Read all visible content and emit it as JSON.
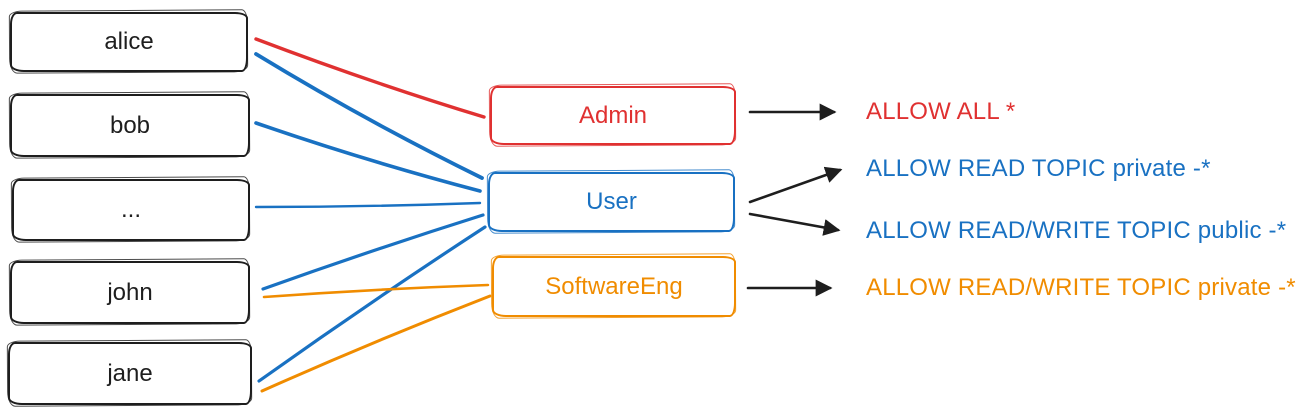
{
  "colors": {
    "black": "#1e1e1e",
    "red": "#e03131",
    "blue": "#1971c2",
    "orange": "#f08c00"
  },
  "users": [
    {
      "id": "alice",
      "label": "alice"
    },
    {
      "id": "bob",
      "label": "bob"
    },
    {
      "id": "ellipsis",
      "label": "..."
    },
    {
      "id": "john",
      "label": "john"
    },
    {
      "id": "jane",
      "label": "jane"
    }
  ],
  "roles": [
    {
      "id": "admin",
      "label": "Admin",
      "color": "#e03131"
    },
    {
      "id": "user",
      "label": "User",
      "color": "#1971c2"
    },
    {
      "id": "softwareeng",
      "label": "SoftwareEng",
      "color": "#f08c00"
    }
  ],
  "permissions": [
    {
      "id": "allow-all",
      "label": "ALLOW ALL *",
      "color": "#e03131",
      "role": "admin"
    },
    {
      "id": "allow-read-topic-private",
      "label": "ALLOW READ TOPIC private -*",
      "color": "#1971c2",
      "role": "user"
    },
    {
      "id": "allow-rw-topic-public",
      "label": "ALLOW READ/WRITE TOPIC public -*",
      "color": "#1971c2",
      "role": "user"
    },
    {
      "id": "allow-rw-topic-private",
      "label": "ALLOW READ/WRITE TOPIC private -*",
      "color": "#f08c00",
      "role": "softwareeng"
    }
  ],
  "memberships": [
    {
      "user": "alice",
      "role": "admin",
      "color": "#e03131"
    },
    {
      "user": "alice",
      "role": "user",
      "color": "#1971c2"
    },
    {
      "user": "bob",
      "role": "user",
      "color": "#1971c2"
    },
    {
      "user": "ellipsis",
      "role": "user",
      "color": "#1971c2"
    },
    {
      "user": "john",
      "role": "user",
      "color": "#1971c2"
    },
    {
      "user": "jane",
      "role": "user",
      "color": "#1971c2"
    },
    {
      "user": "john",
      "role": "softwareeng",
      "color": "#f08c00"
    },
    {
      "user": "jane",
      "role": "softwareeng",
      "color": "#f08c00"
    }
  ]
}
